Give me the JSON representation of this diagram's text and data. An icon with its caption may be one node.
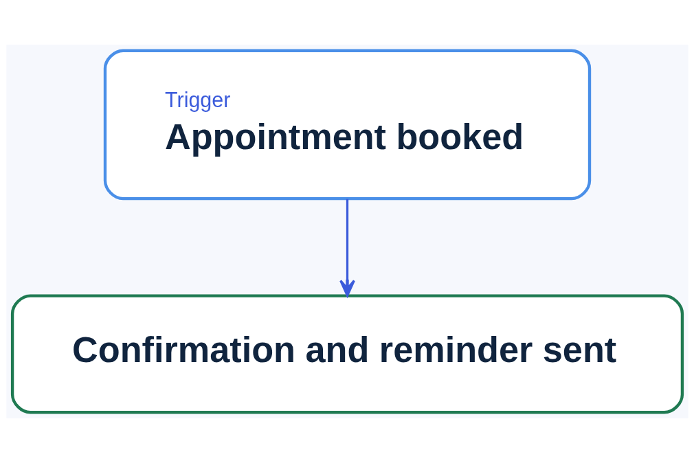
{
  "diagram": {
    "nodes": [
      {
        "text": [
          "Trigger",
          "Appointment booked"
        ]
      },
      {
        "text": [
          "Confirmation and reminder sent"
        ]
      }
    ],
    "edges": [
      {
        "from": 0,
        "to": 1,
        "arrow": "to"
      }
    ]
  }
}
